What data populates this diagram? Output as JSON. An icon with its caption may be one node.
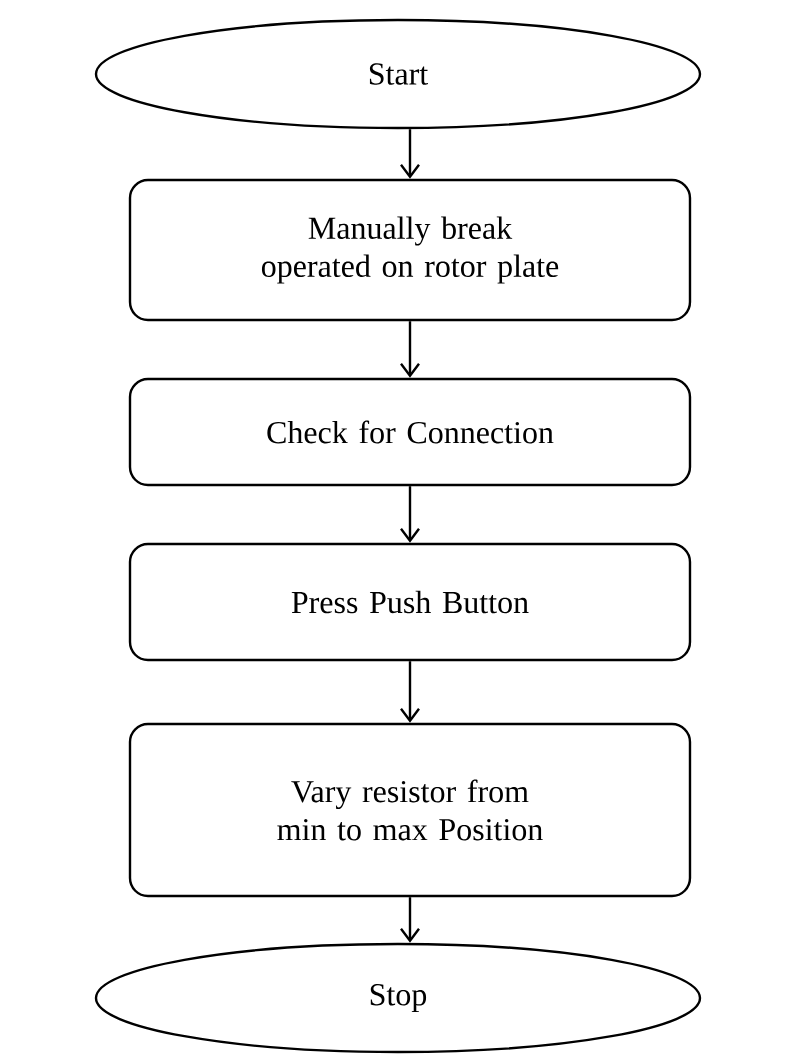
{
  "diagram": {
    "nodes": [
      {
        "text": [
          "Start"
        ]
      },
      {
        "text": [
          "Manually break operated on rotor plate"
        ]
      },
      {
        "text": [
          "Check for Connection"
        ]
      },
      {
        "text": [
          "Press Push Button"
        ]
      },
      {
        "text": [
          "Vary resistor from min to max Position"
        ]
      },
      {
        "text": [
          "Stop"
        ]
      }
    ],
    "edges": [
      {
        "from": 0,
        "to": 1,
        "arrow": "to"
      },
      {
        "from": 1,
        "to": 2,
        "arrow": "to"
      },
      {
        "from": 2,
        "to": 3,
        "arrow": "to"
      },
      {
        "from": 3,
        "to": 4,
        "arrow": "to"
      },
      {
        "from": 4,
        "to": 5,
        "arrow": "to"
      }
    ]
  }
}
